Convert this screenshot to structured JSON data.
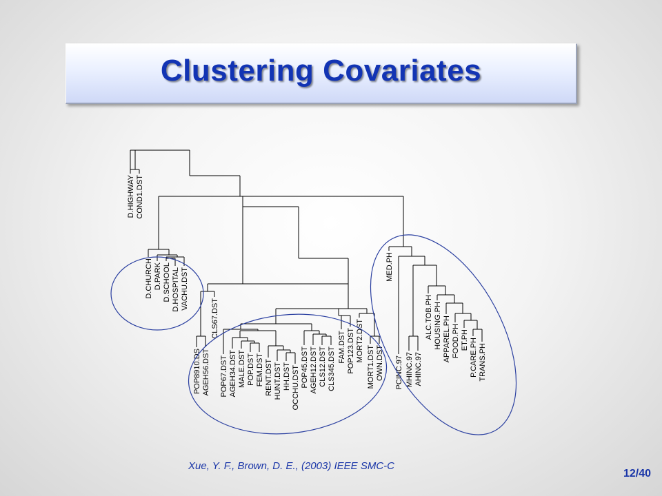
{
  "slide": {
    "title": "Clustering Covariates",
    "citation": "Xue, Y. F., Brown, D. E., (2003) IEEE SMC-C",
    "page_number": "12/40"
  },
  "colors": {
    "title": "#1234b4",
    "ellipse": "#2a3fa0",
    "tree": "#000000"
  },
  "dendrogram": {
    "leaves": [
      "D.HIGHWAY",
      "COND1.DST",
      "D.CHURCH",
      "D.PARK",
      "D.SCHOOL",
      "D.HOSPITAL",
      "VACHU.DST",
      "POP8910.DS",
      "AGEH56.DST",
      "CLS67.DST",
      "POP67.DST",
      "AGEH34.DST",
      "MALE.DST",
      "POP.DST",
      "FEM.DST",
      "RENT.DST",
      "HUNT.DST",
      "HH.DST",
      "OCCHU.DST",
      "POP45.DST",
      "AGEH12.DST",
      "CLS12.DST",
      "CLS345.DST",
      "FAM.DST",
      "POP123.DST",
      "MORT2.DST",
      "MORT1.DST",
      "OWN.DST",
      "MED.PH",
      "PCINC.97",
      "MHINC.97",
      "AHINC.97",
      "ALC.TOB.PH",
      "HOUSING.PH",
      "APPAREL.PH",
      "FOOD.PH",
      "ET.PH",
      "P.CARE.PH",
      "TRANS.PH"
    ]
  }
}
